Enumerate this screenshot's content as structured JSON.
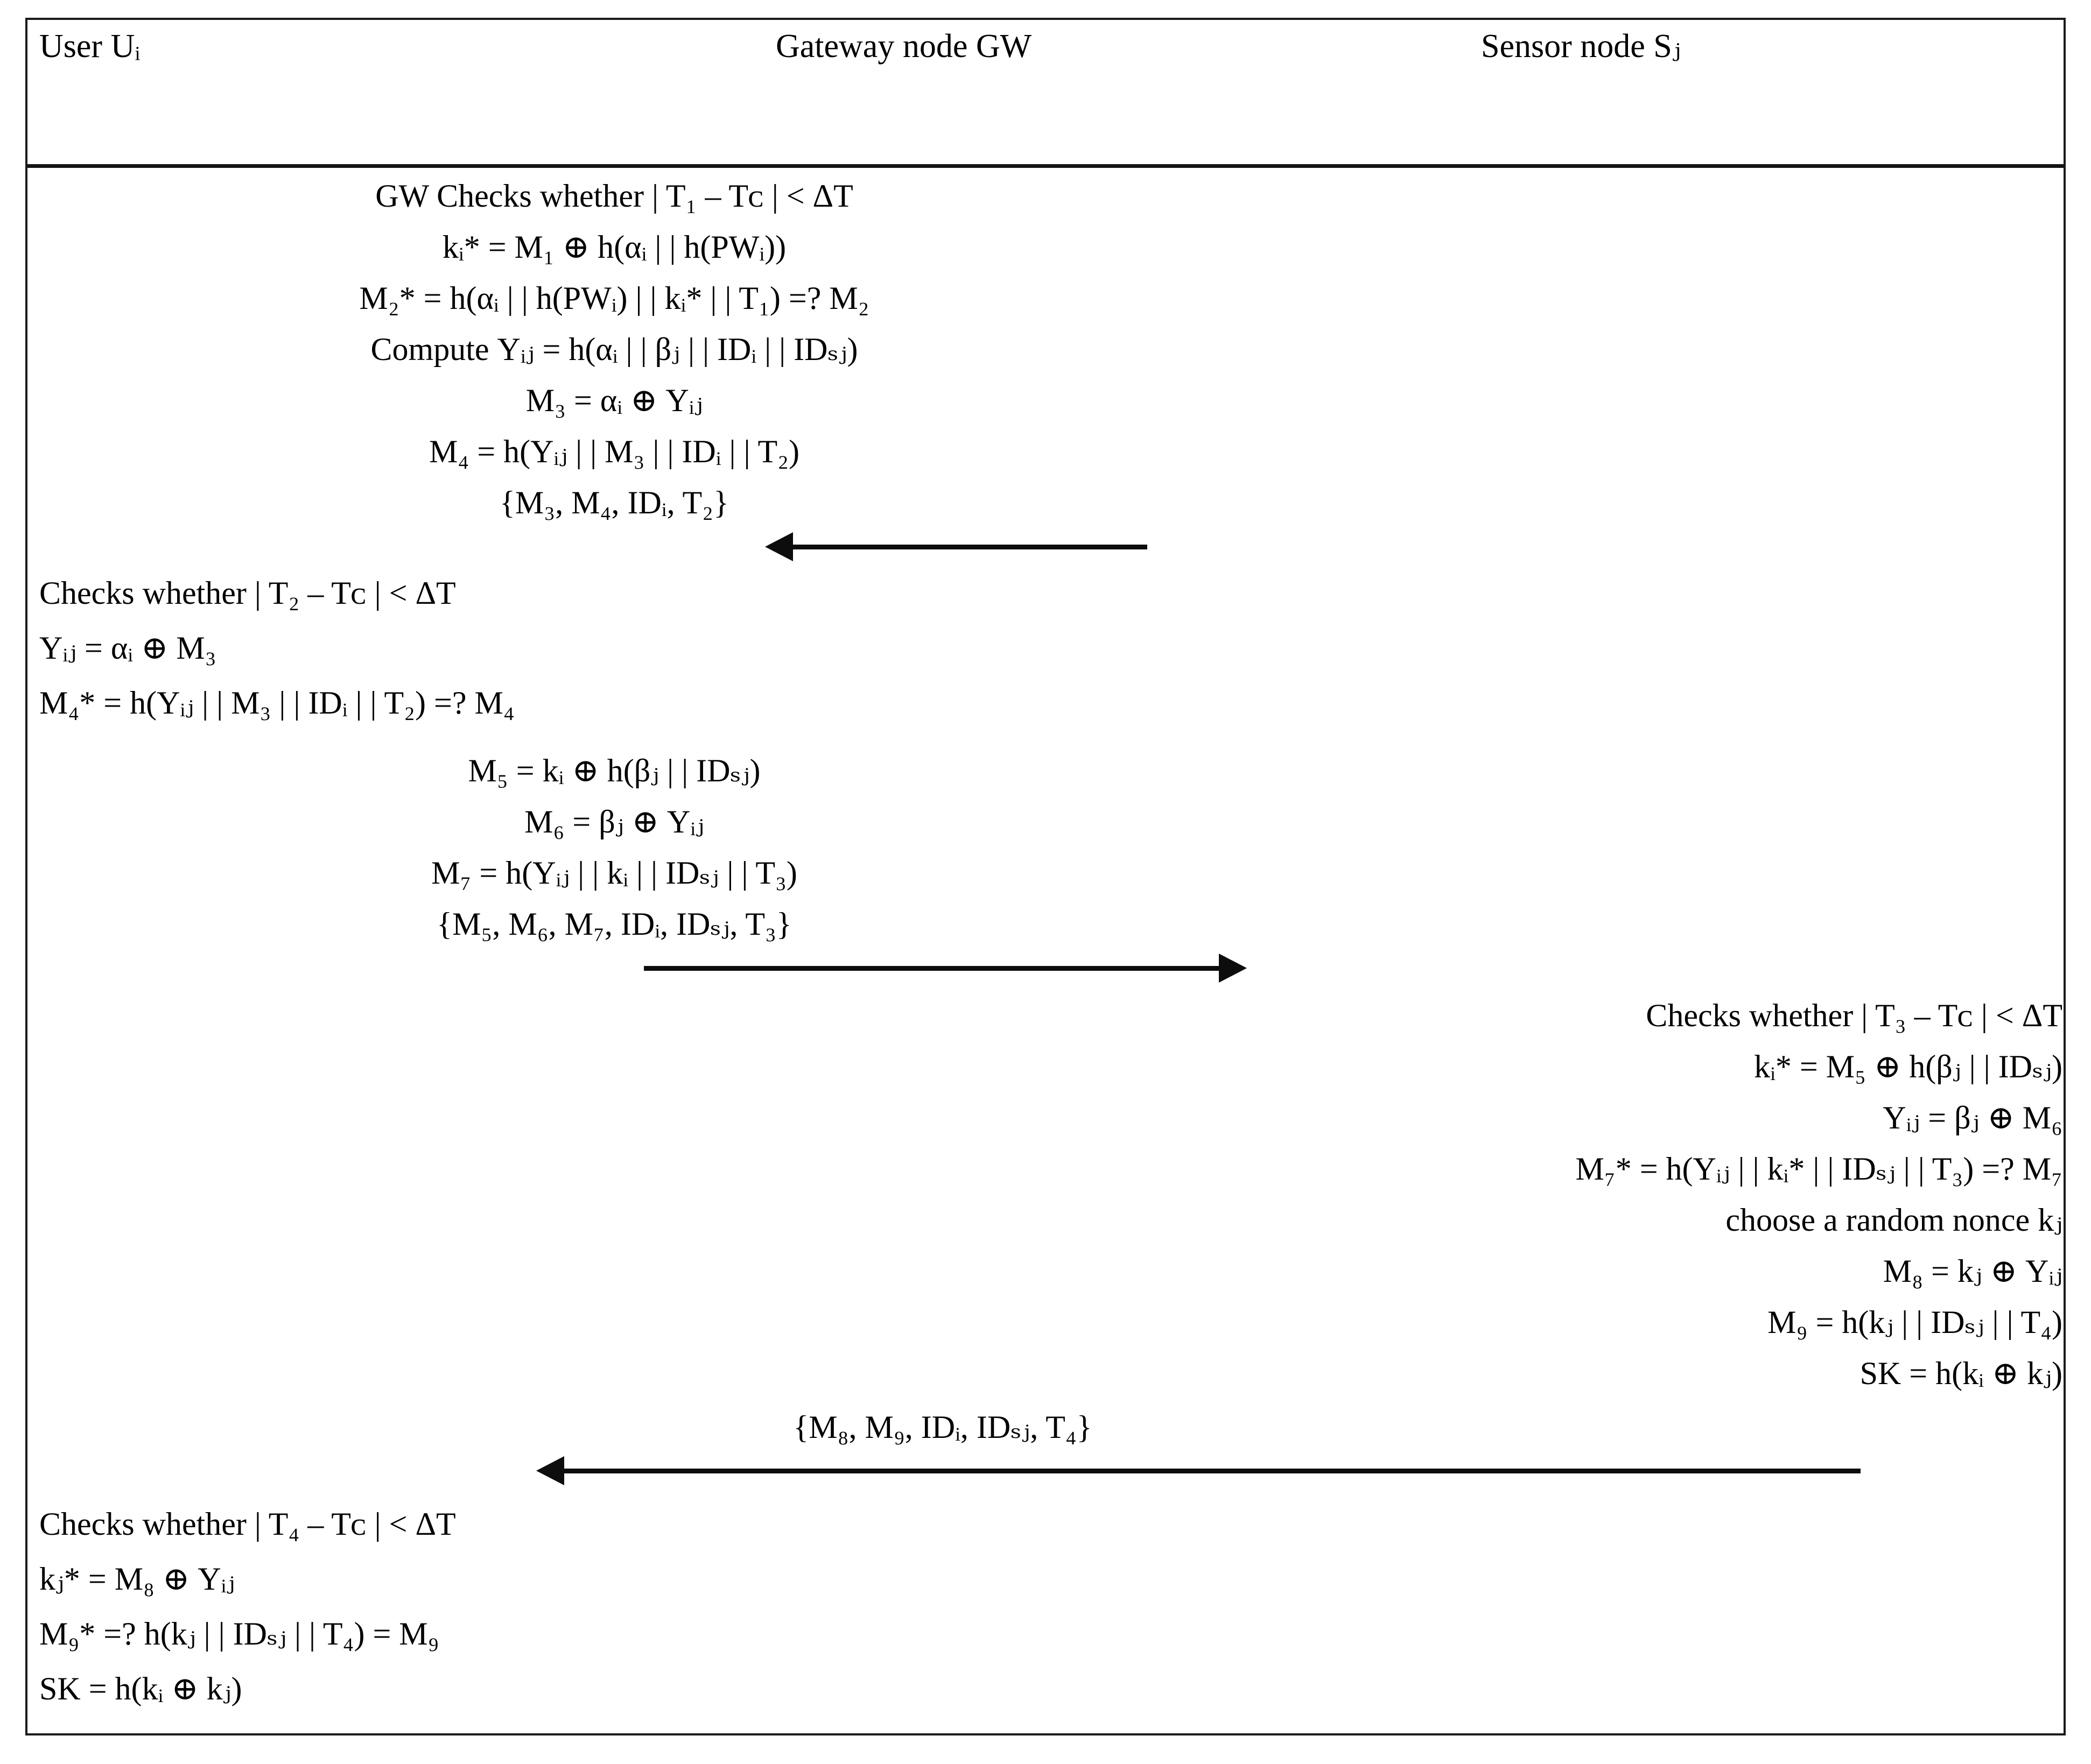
{
  "header": {
    "user": "User Uᵢ",
    "gateway": "Gateway node GW",
    "sensor": "Sensor node Sⱼ"
  },
  "gateway_block_1": [
    "GW Checks whether | T₁ – Tᴄ | < ΔT",
    "kᵢ* = M₁ ⊕ h(αᵢ | | h(PWᵢ))",
    "M₂* = h(αᵢ | | h(PWᵢ) | | kᵢ* | | T₁) =? M₂",
    "Compute Υᵢⱼ = h(αᵢ | | βⱼ | | IDᵢ | | IDₛⱼ)",
    "M₃ = αᵢ ⊕ Υᵢⱼ",
    "M₄ = h(Υᵢⱼ | | M₃ | | IDᵢ | | T₂)"
  ],
  "message_1": {
    "label": "{M₃, M₄, IDᵢ, T₂}",
    "direction": "left"
  },
  "user_block_1": [
    "Checks whether | T₂ – Tᴄ | < ΔT",
    "Υᵢⱼ = αᵢ ⊕ M₃",
    "M₄* = h(Υᵢⱼ | | M₃ | | IDᵢ | | T₂) =? M₄"
  ],
  "gateway_block_2": [
    "M₅ = kᵢ ⊕ h(βⱼ | | IDₛⱼ)",
    "M₆ = βⱼ ⊕ Υᵢⱼ",
    "M₇ = h(Υᵢⱼ | | kᵢ | | IDₛⱼ | | T₃)"
  ],
  "message_2": {
    "label": "{M₅, M₆, M₇, IDᵢ, IDₛⱼ, T₃}",
    "direction": "right"
  },
  "sensor_block": [
    "Checks whether | T₃ – Tᴄ | < ΔT",
    "kᵢ* = M₅ ⊕ h(βⱼ | | IDₛⱼ)",
    "Υᵢⱼ = βⱼ ⊕ M₆",
    "M₇* = h(Υᵢⱼ | | kᵢ* | | IDₛⱼ | | T₃) =? M₇",
    "choose a random nonce kⱼ",
    "M₈ = kⱼ ⊕ Υᵢⱼ",
    "M₉ = h(kⱼ | | IDₛⱼ | | T₄)",
    "SK = h(kᵢ ⊕ kⱼ)"
  ],
  "message_3": {
    "label": "{M₈, M₉, IDᵢ, IDₛⱼ, T₄}",
    "direction": "left"
  },
  "user_block_2": [
    "Checks whether | T₄ – Tᴄ | < ΔT",
    "kⱼ* = M₈ ⊕ Υᵢⱼ",
    "M₉* =? h(kⱼ | | IDₛⱼ | | T₄) = M₉",
    "SK = h(kᵢ ⊕ kⱼ)"
  ],
  "colors": {
    "border": "#1a1a1a",
    "text": "#000000",
    "arrow": "#0d0d0d",
    "background": "#ffffff"
  }
}
